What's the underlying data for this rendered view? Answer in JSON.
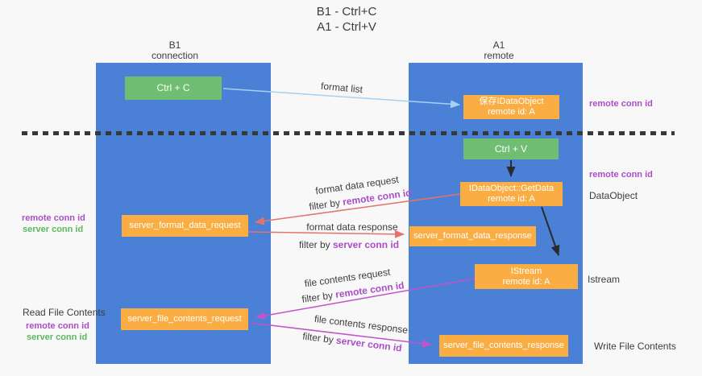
{
  "title": {
    "line1": "B1 - Ctrl+C",
    "line2": "A1 - Ctrl+V"
  },
  "lanes": {
    "left": {
      "header_line1": "B1",
      "header_line2": "connection"
    },
    "right": {
      "header_line1": "A1",
      "header_line2": "remote"
    }
  },
  "boxes": {
    "ctrl_c": "Ctrl + C",
    "ctrl_v": "Ctrl + V",
    "save_idataobject": {
      "line1": "保存IDataObject",
      "line2": "remote id: A"
    },
    "getdata": {
      "line1": "IDataObject::GetData",
      "line2": "remote id: A"
    },
    "istream": {
      "line1": "IStream",
      "line2": "remote id: A"
    },
    "server_format_data_request": "server_format_data_request",
    "server_format_data_response": "server_format_data_response",
    "server_file_contents_request": "server_file_contents_request",
    "server_file_contents_response": "server_file_contents_response"
  },
  "arrow_labels": {
    "format_list": "format list",
    "format_data_request": "format data request",
    "format_data_response": "format data response",
    "file_contents_request": "file contents request",
    "file_contents_response": "file contents response",
    "filter_by": "filter by ",
    "conn_remote": "remote conn id",
    "conn_server": "server conn id"
  },
  "side_labels": {
    "right_top_remote_conn_id": "remote conn id",
    "right_mid_remote_conn_id": "remote conn id",
    "data_object": "DataObject",
    "istream": "Istream",
    "write_file_contents": "Write File Contents",
    "left_mid_remote_conn_id": "remote conn id",
    "left_mid_server_conn_id": "server conn id",
    "read_file_contents": "Read File Contents",
    "left_bottom_remote_conn_id": "remote conn id",
    "left_bottom_server_conn_id": "server conn id"
  },
  "colors": {
    "background": "#f8f8f8",
    "lane_blue": "#4a80d5",
    "box_orange": "#f9ad43",
    "box_green": "#6fbe72",
    "purple_text": "#ab4ec6",
    "green_text": "#5db75f",
    "salmon_arrow": "#e5736c",
    "magenta_arrow": "#c253cb",
    "lightblue_arrow": "#a5d2f1",
    "black_arrow": "#2b2b2b",
    "dark_text": "#3d3d3d",
    "white_text": "#ffffff"
  }
}
